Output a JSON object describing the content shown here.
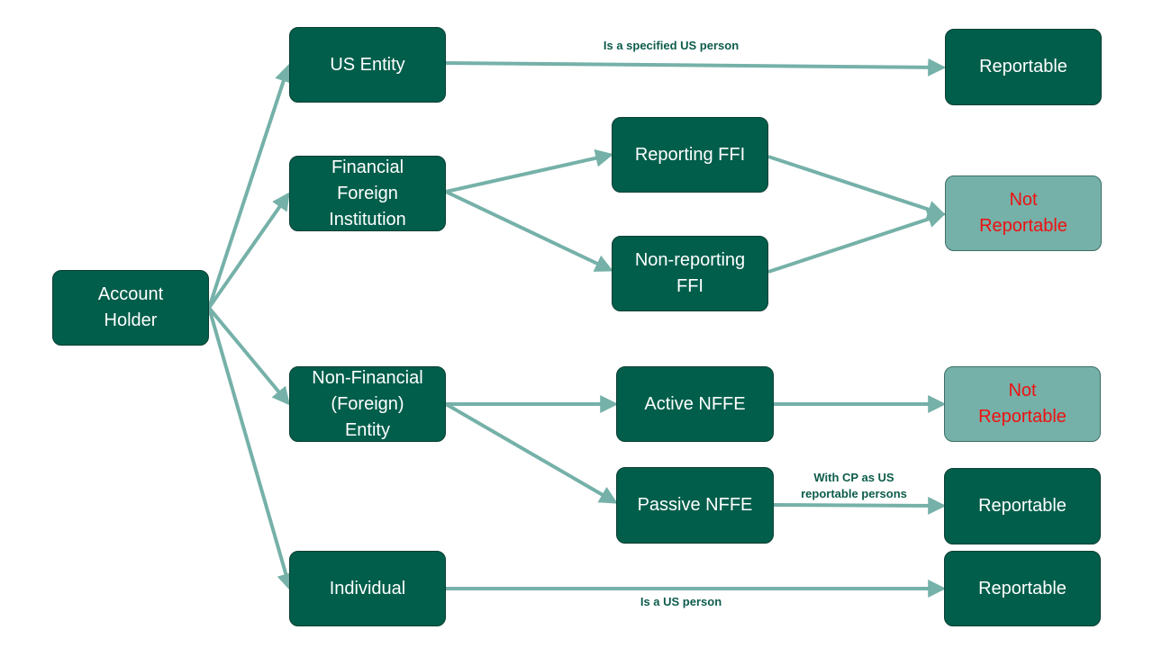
{
  "colors": {
    "node_fill": "#005e4b",
    "node_fill_light": "#75b1a8",
    "connector": "#75b1a8",
    "not_reportable_text": "#ee1111",
    "edge_label_text": "#0d5c4b"
  },
  "nodes": {
    "account_holder": "Account\nHolder",
    "us_entity": "US Entity",
    "financial_foreign_institution": "Financial\nForeign\nInstitution",
    "non_financial_entity": "Non-Financial\n(Foreign)\nEntity",
    "individual": "Individual",
    "reporting_ffi": "Reporting FFI",
    "non_reporting_ffi": "Non-reporting\nFFI",
    "active_nffe": "Active NFFE",
    "passive_nffe": "Passive NFFE",
    "reportable_us_entity": "Reportable",
    "not_reportable_ffi": "Not\nReportable",
    "not_reportable_active": "Not\nReportable",
    "reportable_passive": "Reportable",
    "reportable_individual": "Reportable"
  },
  "edge_labels": {
    "us_entity_condition": "Is a specified US person",
    "passive_nffe_condition": "With CP as US\nreportable persons",
    "individual_condition": "Is a US person"
  }
}
